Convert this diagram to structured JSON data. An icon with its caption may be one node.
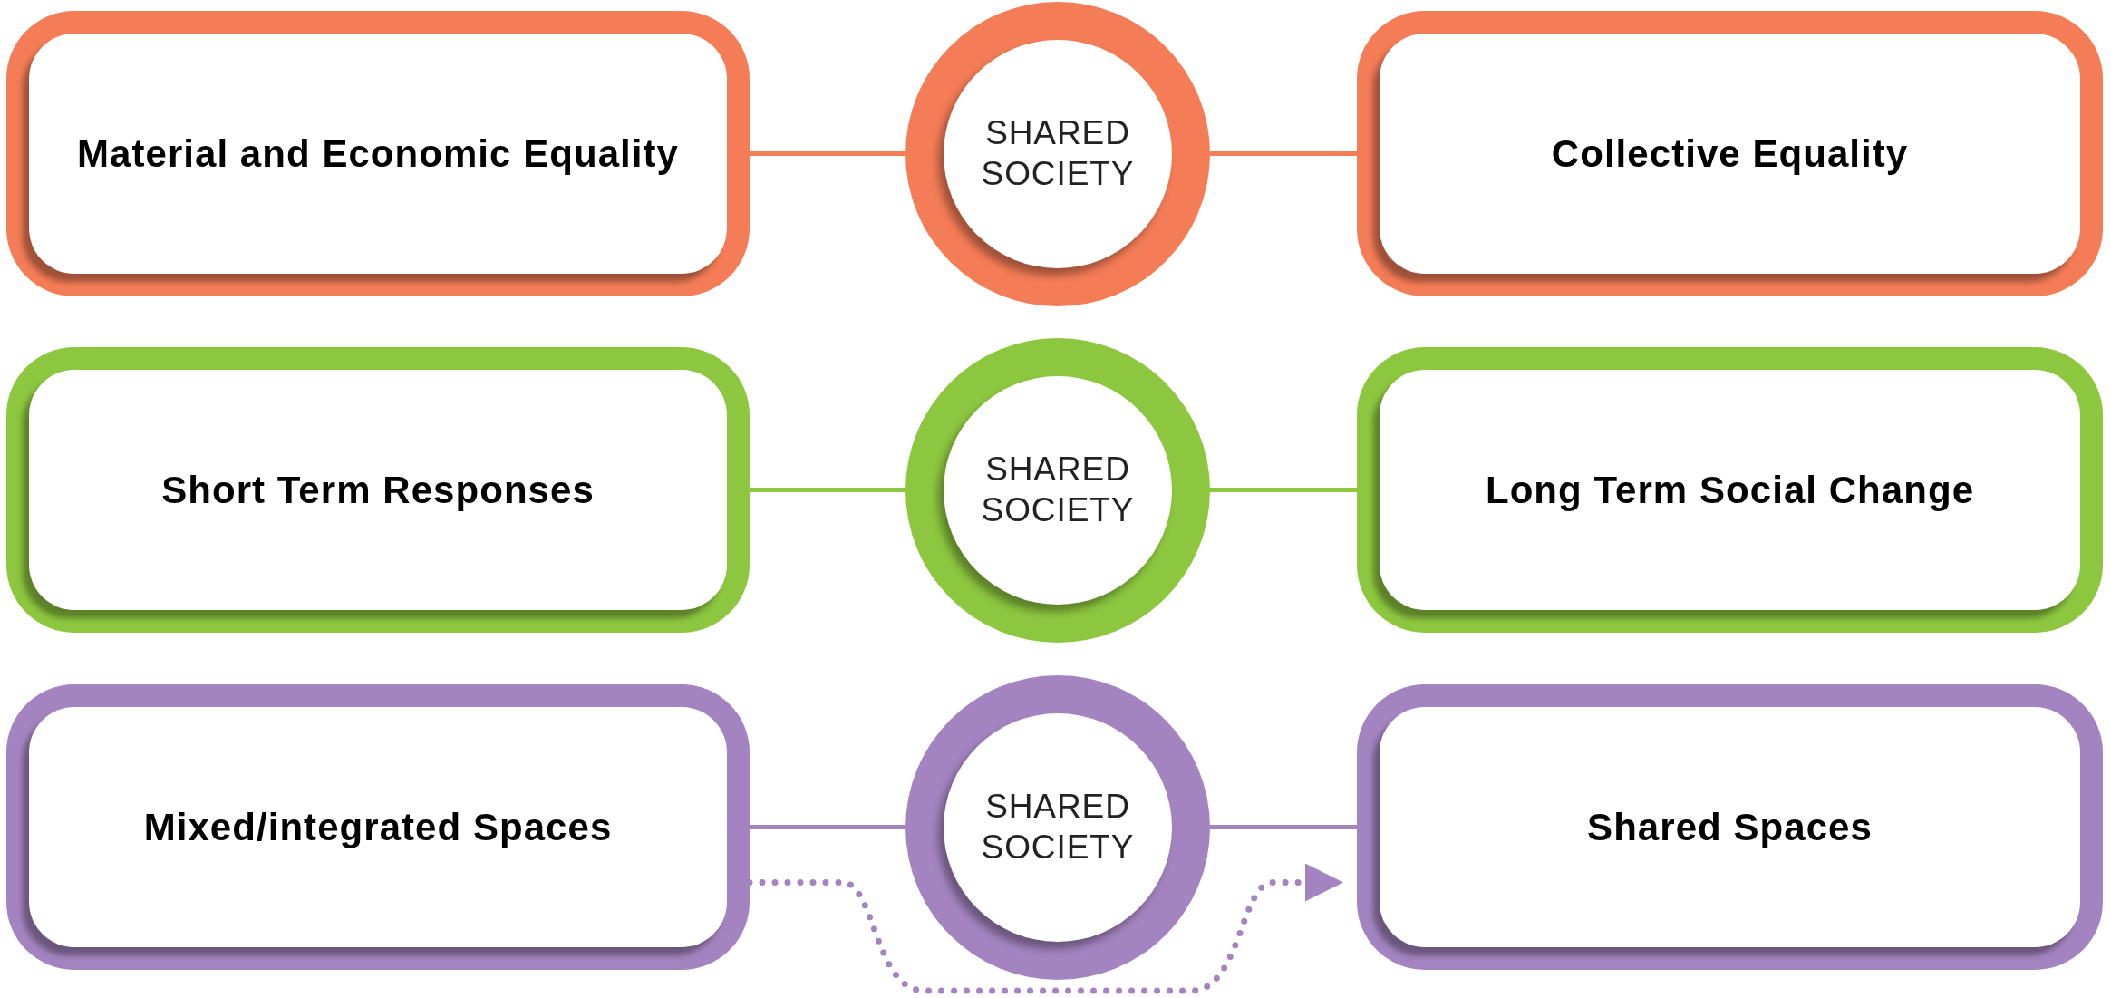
{
  "diagram": {
    "nodes": [
      {
        "text": [
          "Material and Economic Equality"
        ]
      },
      {
        "text": [
          "SHARED SOCIETY"
        ]
      },
      {
        "text": [
          "Collective Equality"
        ]
      },
      {
        "text": [
          "Short Term Responses"
        ]
      },
      {
        "text": [
          "SHARED SOCIETY"
        ]
      },
      {
        "text": [
          "Long Term Social Change"
        ]
      },
      {
        "text": [
          "Mixed/integrated Spaces"
        ]
      },
      {
        "text": [
          "SHARED SOCIETY"
        ]
      },
      {
        "text": [
          "Shared Spaces"
        ]
      }
    ],
    "edges": [
      {
        "from": 0,
        "to": 1,
        "arrow": "none",
        "color": "#f47c56"
      },
      {
        "from": 1,
        "to": 2,
        "arrow": "none",
        "color": "#f47c56"
      },
      {
        "from": 3,
        "to": 4,
        "arrow": "none",
        "color": "#8dc63f"
      },
      {
        "from": 4,
        "to": 5,
        "arrow": "none",
        "color": "#8dc63f"
      },
      {
        "from": 6,
        "to": 7,
        "arrow": "none",
        "color": "#a484c0"
      },
      {
        "from": 7,
        "to": 8,
        "arrow": "none",
        "color": "#a484c0"
      },
      {
        "from": 6,
        "to": 8,
        "arrow": "to",
        "style": "dashed",
        "color": "#a484c0"
      }
    ]
  }
}
